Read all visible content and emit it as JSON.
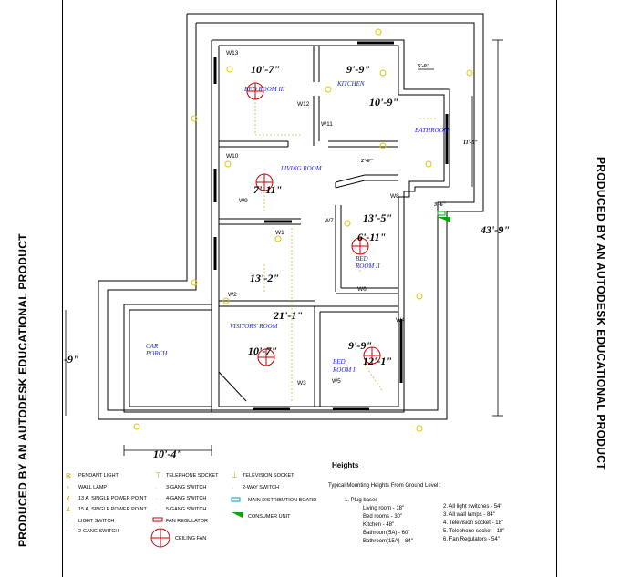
{
  "side_text_left": "PRODUCED BY AN AUTODESK EDUCATIONAL PRODUCT",
  "side_text_right": "PRODUCED BY AN AUTODESK EDUCATIONAL PRODUCT",
  "rooms": {
    "bed3": "BED ROOM III",
    "kitchen": "KITCHEN",
    "bathroom": "BATHROOM",
    "living": "LIVING ROOM",
    "bed2_a": "BED",
    "bed2_b": "ROOM II",
    "visitors": "VISITORS' ROOM",
    "car_a": "CAR",
    "car_b": "PORCH",
    "bed1_a": "BED",
    "bed1_b": "ROOM I"
  },
  "dims": {
    "bed3_w": "10'-7\"",
    "kitchen_w": "9'-9\"",
    "kitchen_h": "10'-9\"",
    "top_gap": "6'-0\"",
    "bath_h": "11'-5\"",
    "living_h": "7'-11\"",
    "passage": "2'-6\"",
    "bath_door": "3'-6\"",
    "total": "43'-9\"",
    "bed2_w": "13'-5\"",
    "bed2_h": "6'-11\"",
    "living_w": "13'-2\"",
    "visitors_h": "21'-1\"",
    "bed1_w": "9'-9\"",
    "bed1_h": "12'-1\"",
    "visitors_w": "10'-7\"",
    "porch_h": "-9\"",
    "porch_w": "10'-4\""
  },
  "windows": [
    "W13",
    "W12",
    "W10",
    "W9",
    "W8",
    "W1",
    "W7",
    "W2",
    "W6",
    "W3",
    "W4",
    "W5",
    "W11"
  ],
  "legend": [
    {
      "icon": "pendant-light-icon",
      "label": "PENDANT LIGHT"
    },
    {
      "icon": "wall-lamp-icon",
      "label": "WALL LAMP"
    },
    {
      "icon": "power-point-13a-icon",
      "label": "13 A, SINGLE POWER POINT"
    },
    {
      "icon": "power-point-15a-icon",
      "label": "15 A, SINGLE POWER POINT"
    },
    {
      "icon": "light-switch-icon",
      "label": "LIGHT SWITCH"
    },
    {
      "icon": "two-gang-switch-icon",
      "label": "2-GANG SWITCH"
    },
    {
      "icon": "telephone-socket-icon",
      "label": "TELEPHONE SOCKET"
    },
    {
      "icon": "three-gang-switch-icon",
      "label": "3-GANG SWITCH"
    },
    {
      "icon": "four-gang-switch-icon",
      "label": "4-GANG SWITCH"
    },
    {
      "icon": "five-gang-switch-icon",
      "label": "5-GANG SWITCH"
    },
    {
      "icon": "fan-regulator-icon",
      "label": "FAN REGULATOR"
    },
    {
      "icon": "ceiling-fan-icon",
      "label": "CEILING FAN"
    },
    {
      "icon": "television-socket-icon",
      "label": "TELEVISION SOCKET"
    },
    {
      "icon": "two-way-switch-icon",
      "label": "2-WAY SWITCH"
    },
    {
      "icon": "main-distribution-board-icon",
      "label": "MAIN DISTRIBUTION BOARD"
    },
    {
      "icon": "consumer-unit-icon",
      "label": "CONSUMER UNIT"
    }
  ],
  "heights": {
    "title": "Heights",
    "intro": "Typical Mounting Heights From Ground Level :",
    "col1": [
      "1. Plug bases",
      "Living room - 18\"",
      "Bed rooms - 30\"",
      "Kitchen - 48\"",
      "Bathroom(5A) - 60\"",
      "Bathroom(15A) - 84\""
    ],
    "col2": [
      "2. All light switches - 54\"",
      "3. All wall lamps - 84\"",
      "4. Television socket - 18\"",
      "5. Telephone socket - 18\"",
      "6. Fan Regulators - 54\""
    ]
  },
  "colors": {
    "room_label": "#1a1aff",
    "symbol": "#e0c800",
    "tag": "#b00060",
    "fan": "#cc0000",
    "consumer": "#00aa00"
  }
}
